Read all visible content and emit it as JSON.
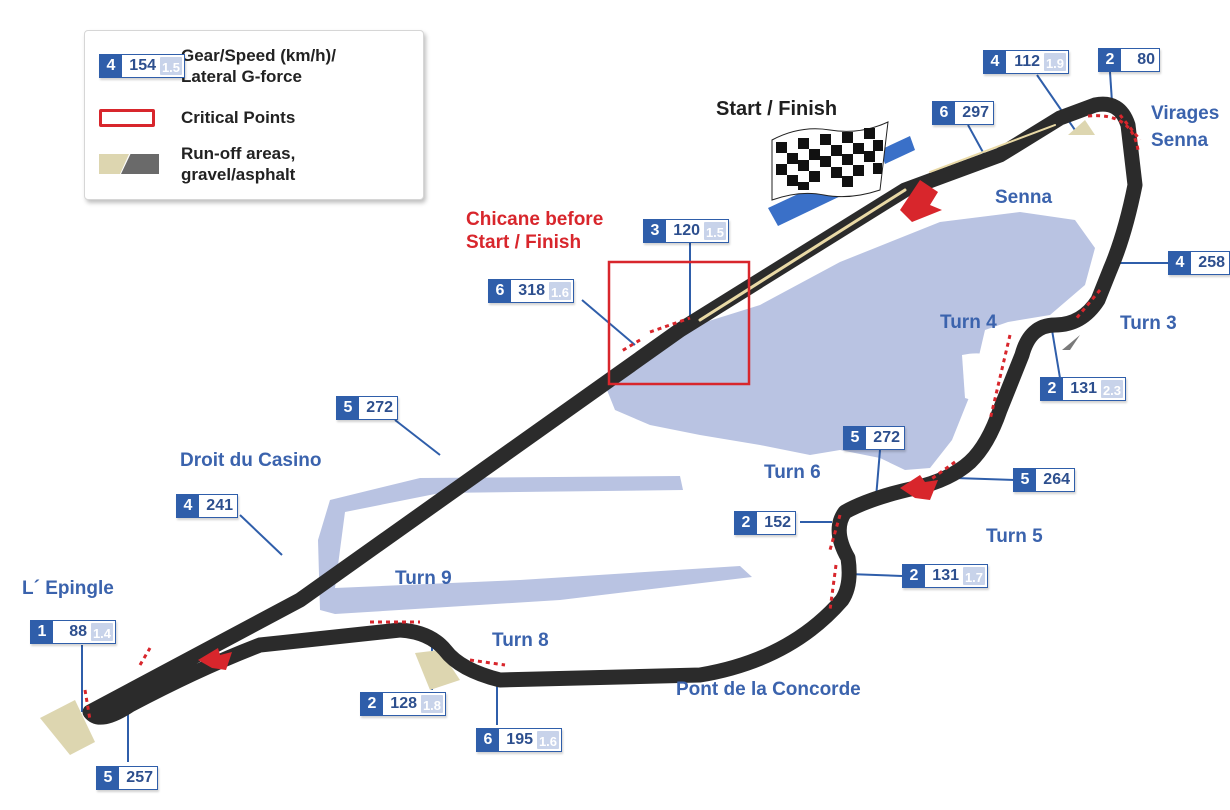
{
  "legend": {
    "speed_gforce_label": "Gear/Speed (km/h)/ Lateral G-force",
    "speed_gforce_line1": "Gear/Speed (km/h)/",
    "speed_gforce_line2": "Lateral G-force",
    "sample": {
      "gear": "4",
      "speed": "154",
      "gforce": "1.5"
    },
    "critical_label": "Critical Points",
    "runoff_line1": "Run-off areas,",
    "runoff_line2": "gravel/asphalt"
  },
  "labels": {
    "start_finish": "Start / Finish",
    "chicane_line1": "Chicane before",
    "chicane_line2": "Start / Finish",
    "virages_line1": "Virages",
    "virages_line2": "Senna",
    "senna": "Senna",
    "turn4": "Turn 4",
    "turn3": "Turn 3",
    "turn6": "Turn 6",
    "turn5": "Turn 5",
    "turn9": "Turn 9",
    "turn8": "Turn 8",
    "droit_du_casino": "Droit du Casino",
    "lepingle": "L´ Epingle",
    "pont": "Pont de la Concorde"
  },
  "data_boxes": [
    {
      "id": "senna-in",
      "gear": "4",
      "speed": "112",
      "gforce": "1.9"
    },
    {
      "id": "senna-apex",
      "gear": "2",
      "speed": "80",
      "gforce": ""
    },
    {
      "id": "start-straight",
      "gear": "6",
      "speed": "297",
      "gforce": ""
    },
    {
      "id": "chicane-apex",
      "gear": "3",
      "speed": "120",
      "gforce": "1.5"
    },
    {
      "id": "chicane-entry",
      "gear": "6",
      "speed": "318",
      "gforce": "1.6"
    },
    {
      "id": "turn3",
      "gear": "4",
      "speed": "258",
      "gforce": ""
    },
    {
      "id": "turn4",
      "gear": "2",
      "speed": "131",
      "gforce": "2.3"
    },
    {
      "id": "casino-mid",
      "gear": "5",
      "speed": "272",
      "gforce": ""
    },
    {
      "id": "turn6-a",
      "gear": "5",
      "speed": "272",
      "gforce": ""
    },
    {
      "id": "turn5-entry",
      "gear": "5",
      "speed": "264",
      "gforce": ""
    },
    {
      "id": "casino-low",
      "gear": "4",
      "speed": "241",
      "gforce": ""
    },
    {
      "id": "turn6-b",
      "gear": "2",
      "speed": "152",
      "gforce": ""
    },
    {
      "id": "turn5-exit",
      "gear": "2",
      "speed": "131",
      "gforce": "1.7"
    },
    {
      "id": "epingle",
      "gear": "1",
      "speed": "88",
      "gforce": "1.4"
    },
    {
      "id": "turn8-a",
      "gear": "2",
      "speed": "128",
      "gforce": "1.8"
    },
    {
      "id": "turn8-b",
      "gear": "6",
      "speed": "195",
      "gforce": "1.6"
    },
    {
      "id": "epingle-exit",
      "gear": "5",
      "speed": "257",
      "gforce": ""
    }
  ],
  "colors": {
    "track": "#2b2b2b",
    "water": "#b9c3e2",
    "critical": "#d8262c",
    "label_blue": "#3b63ad",
    "box_blue": "#2f5eaa"
  }
}
